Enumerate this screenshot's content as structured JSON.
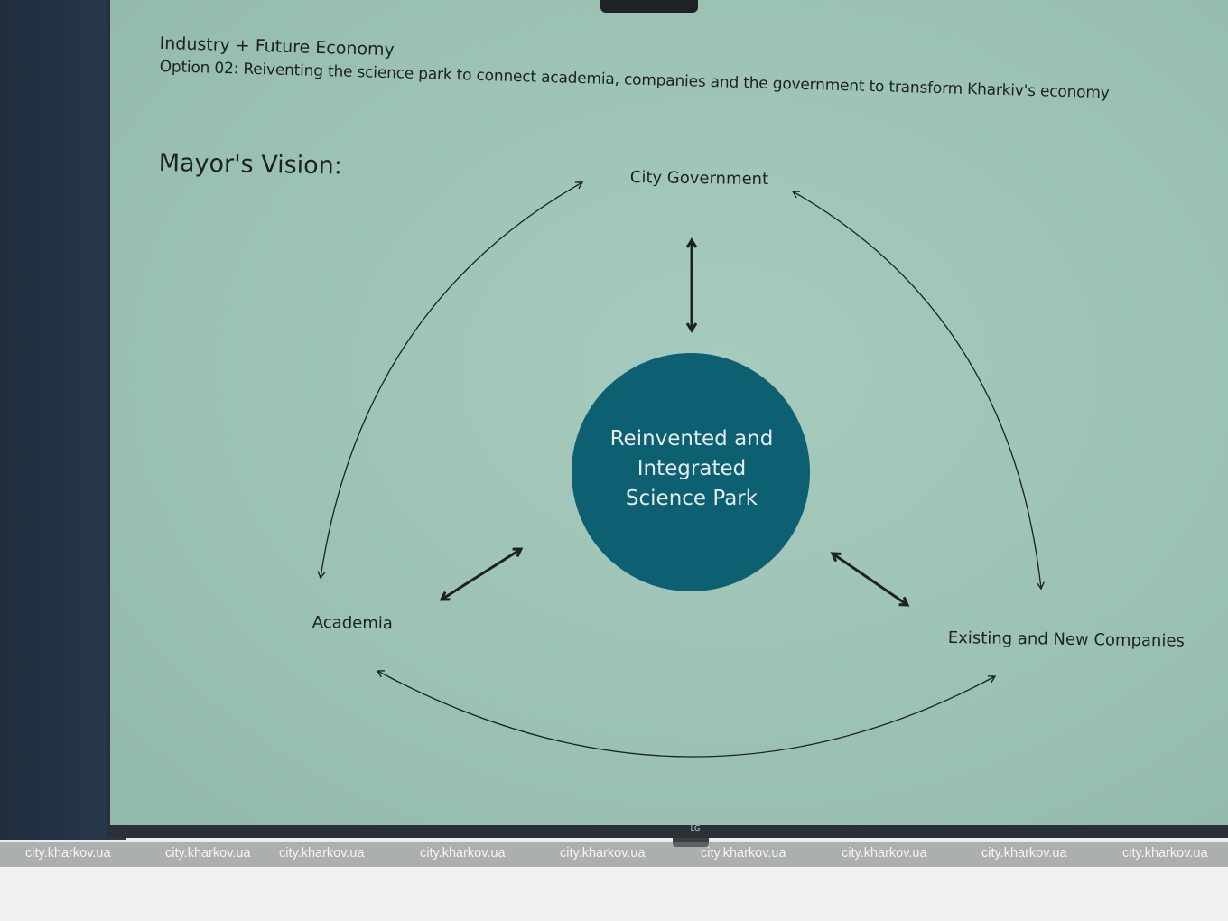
{
  "slide": {
    "heading": "Industry + Future Economy",
    "subheading": "Option 02: Reiventing the science park to connect academia, companies and the government to transform Kharkiv's economy",
    "vision_title": "Mayor's Vision:"
  },
  "diagram": {
    "center": {
      "lines": [
        "Reinvented and",
        "Integrated",
        "Science Park"
      ]
    },
    "nodes": {
      "government": "City Government",
      "academia": "Academia",
      "companies": "Existing and New Companies"
    }
  },
  "tv": {
    "brand": "LG"
  },
  "watermark": {
    "text": "city.kharkov.ua",
    "items": [
      "city.kharkov.ua",
      "city.kharkov.ua",
      "city.kharkov.ua",
      "city.kharkov.ua",
      "city.kharkov.ua",
      "city.kharkov.ua",
      "city.kharkov.ua",
      "city.kharkov.ua",
      "city.kharkov.ua"
    ]
  },
  "colors": {
    "screen": "#a6cabd",
    "circle": "#0d5f72",
    "ink": "#1b2227"
  }
}
